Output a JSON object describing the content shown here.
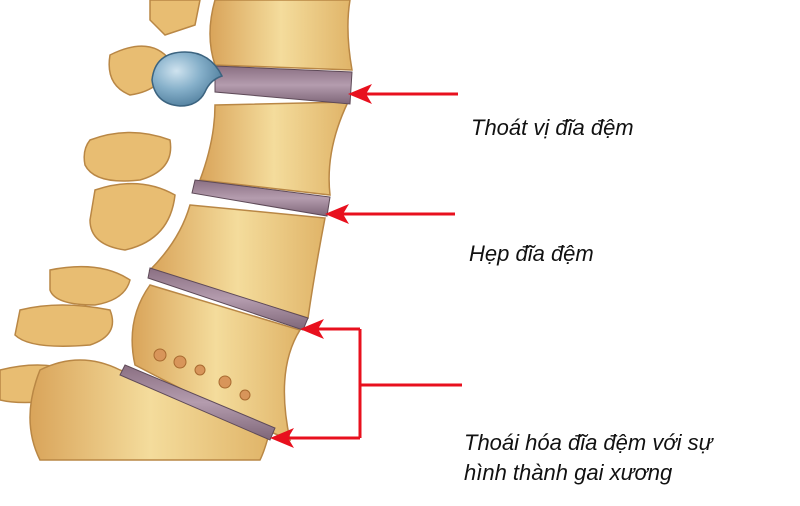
{
  "diagram": {
    "subject": "lumbar spine side view",
    "colors": {
      "arrow": "#e8101e",
      "bone": "#e9c27a",
      "bone_light": "#f6e3a6",
      "bone_shadow": "#c9893f",
      "disc": "#9a8090",
      "herniation": "#7fa9c4",
      "text": "#111111"
    },
    "labels": [
      {
        "id": "herniated-disc",
        "text": "Thoát vị đĩa đệm"
      },
      {
        "id": "narrowed-disc",
        "text": "Hẹp đĩa đệm"
      },
      {
        "id": "degenerated-disc-line1",
        "text": "Thoái hóa đĩa đệm với sự"
      },
      {
        "id": "degenerated-disc-line2",
        "text": "hình thành gai xương"
      }
    ]
  }
}
